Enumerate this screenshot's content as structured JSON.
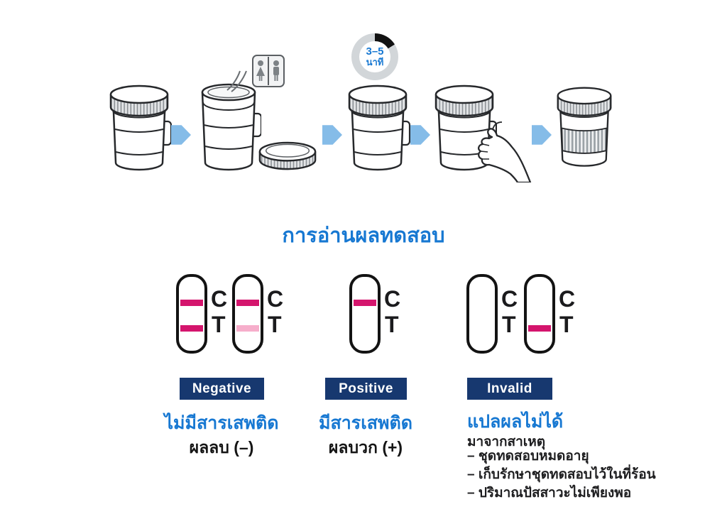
{
  "colors": {
    "accent_blue": "#1778d2",
    "badge_navy": "#17386f",
    "line_strong": "#d4156d",
    "line_faint": "#f6aecb",
    "arrow_blue": "#85bce8",
    "text_dark": "#1d1d1f"
  },
  "timer": {
    "duration": "3–5",
    "unit": "นาที"
  },
  "steps": [
    {
      "name": "specimen-cup-closed"
    },
    {
      "name": "specimen-cup-open-pouring-urine"
    },
    {
      "name": "specimen-cup-capped-wait"
    },
    {
      "name": "specimen-cup-peel-label"
    },
    {
      "name": "specimen-cup-read-strips"
    }
  ],
  "heading": "การอ่านผลทดสอบ",
  "strip_labels": {
    "control": "C",
    "test": "T"
  },
  "results": [
    {
      "badge": "Negative",
      "title": "ไม่มีสารเสพติด",
      "subtitle": "ผลลบ (–)",
      "strips": [
        {
          "c_line": "strong",
          "t_line": "strong"
        },
        {
          "c_line": "strong",
          "t_line": "faint"
        }
      ]
    },
    {
      "badge": "Positive",
      "title": "มีสารเสพติด",
      "subtitle": "ผลบวก (+)",
      "strips": [
        {
          "c_line": "strong",
          "t_line": "none"
        }
      ]
    },
    {
      "badge": "Invalid",
      "title": "แปลผลไม่ได้",
      "causes_heading": "มาจากสาเหตุ",
      "causes": [
        "– ชุดทดสอบหมดอายุ",
        "– เก็บรักษาชุดทดสอบไว้ในที่ร้อน",
        "– ปริมาณปัสสาวะไม่เพียงพอ"
      ],
      "strips": [
        {
          "c_line": "none",
          "t_line": "none"
        },
        {
          "c_line": "none",
          "t_line": "strong"
        }
      ]
    }
  ]
}
